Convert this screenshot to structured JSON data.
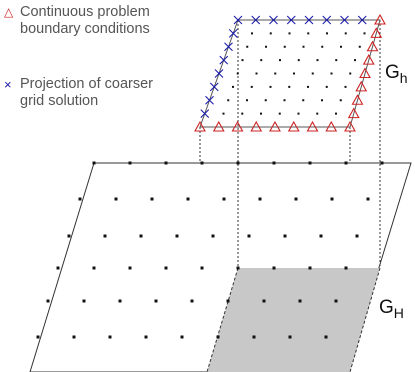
{
  "legend": {
    "boundary": {
      "marker_icon": "red-triangle-icon",
      "marker": "△",
      "line1": "Continuous problem",
      "line2": "boundary conditions",
      "color": "#cc2222"
    },
    "projection": {
      "marker_icon": "blue-cross-icon",
      "marker": "×",
      "line1": "Projection of coarser",
      "line2": "grid solution",
      "color": "#1a1aa8"
    }
  },
  "labels": {
    "fine": {
      "main": "G",
      "sub": "h"
    },
    "coarse": {
      "main": "G",
      "sub": "H"
    }
  },
  "colors": {
    "grid_line": "#333333",
    "shaded_region": "#c8c8c8",
    "node": "#111111"
  }
}
